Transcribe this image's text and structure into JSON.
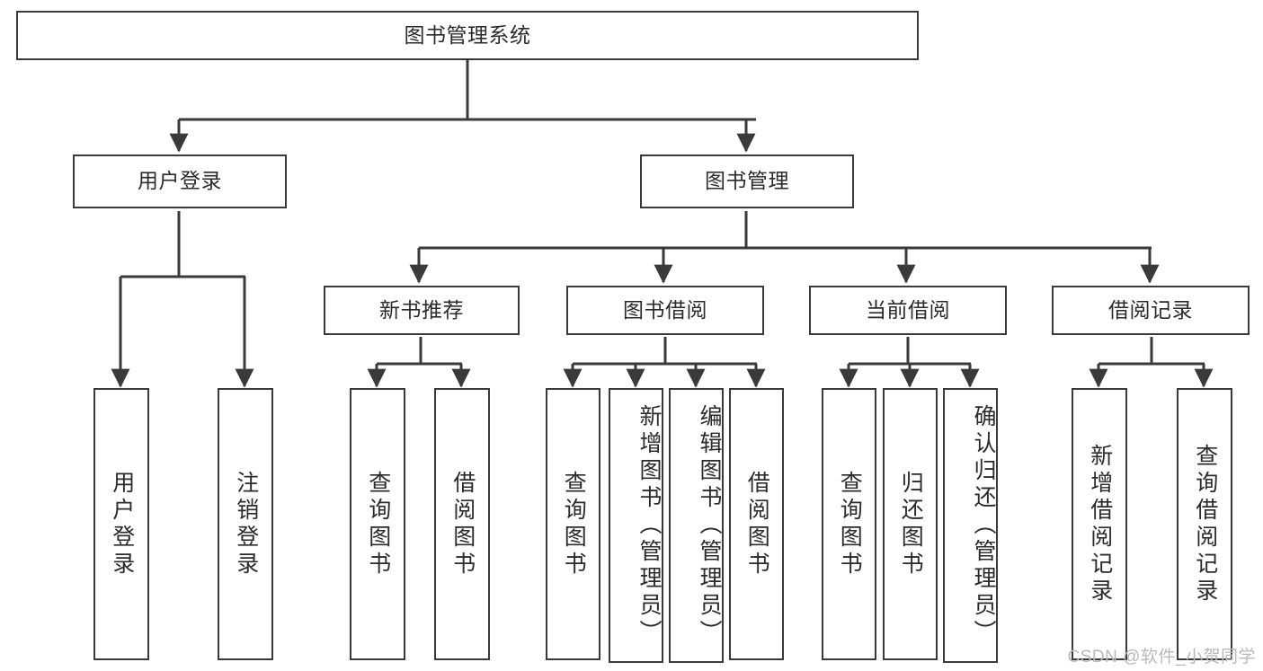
{
  "diagram": {
    "title": "图书管理系统",
    "type": "hierarchy-tree",
    "watermark": "CSDN @软件_小贺同学",
    "colors": {
      "stroke": "#3a3a3a",
      "text": "#2b2b2b",
      "background": "#ffffff",
      "watermark": "#b9b9b9"
    },
    "nodes": {
      "root": {
        "label": "图书管理系统"
      },
      "level2": [
        {
          "id": "user-login",
          "label": "用户登录"
        },
        {
          "id": "book-manage",
          "label": "图书管理"
        }
      ],
      "level3": [
        {
          "id": "new-book-rec",
          "label": "新书推荐"
        },
        {
          "id": "book-borrow",
          "label": "图书借阅"
        },
        {
          "id": "current-borrow",
          "label": "当前借阅"
        },
        {
          "id": "borrow-record",
          "label": "借阅记录"
        }
      ],
      "leaves": {
        "user-login": [
          {
            "id": "leaf-user-login",
            "label": "用户登录"
          },
          {
            "id": "leaf-user-logout",
            "label": "注销登录"
          }
        ],
        "new-book-rec": [
          {
            "id": "leaf-query-book-1",
            "label": "查询图书"
          },
          {
            "id": "leaf-borrow-book-1",
            "label": "借阅图书"
          }
        ],
        "book-borrow": [
          {
            "id": "leaf-query-book-2",
            "label": "查询图书"
          },
          {
            "id": "leaf-add-book",
            "label": "新增图书（管理员）"
          },
          {
            "id": "leaf-edit-book",
            "label": "编辑图书（管理员）"
          },
          {
            "id": "leaf-borrow-book-2",
            "label": "借阅图书"
          }
        ],
        "current-borrow": [
          {
            "id": "leaf-query-book-3",
            "label": "查询图书"
          },
          {
            "id": "leaf-return-book",
            "label": "归还图书"
          },
          {
            "id": "leaf-confirm-return",
            "label": "确认归还（管理员）"
          }
        ],
        "borrow-record": [
          {
            "id": "leaf-add-record",
            "label": "新增借阅记录"
          },
          {
            "id": "leaf-query-record",
            "label": "查询借阅记录"
          }
        ]
      }
    }
  }
}
